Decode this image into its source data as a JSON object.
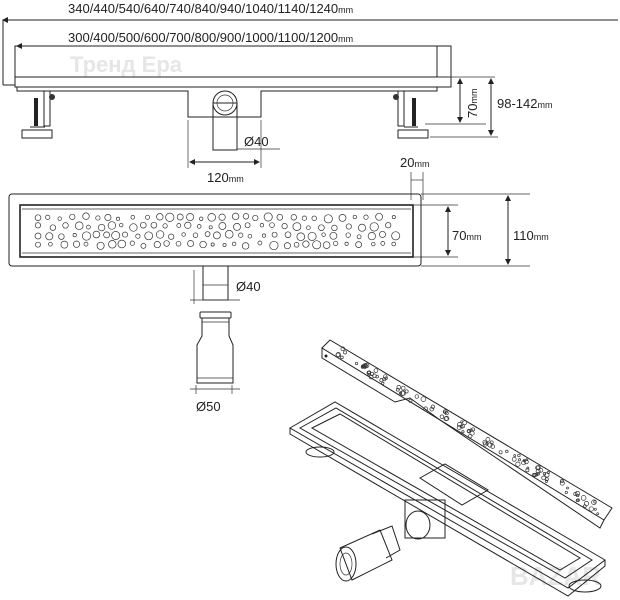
{
  "watermarks": {
    "top": "Тренд Ера",
    "bottom": "BAZAR"
  },
  "side_view": {
    "total_length": "340/440/540/640/740/840/940/1040/1140/1240",
    "channel_length": "300/400/500/600/700/800/900/1000/1100/1200",
    "unit": "mm",
    "channel_height": "70",
    "adjustable_height": "98-142",
    "outlet_diameter": "Ø40",
    "outlet_width": "120",
    "flange_width": "20"
  },
  "plan_view": {
    "grate_width": "70",
    "total_width": "110",
    "unit": "mm",
    "pipe_diameter": "Ø40",
    "adapter_diameter": "Ø50"
  }
}
